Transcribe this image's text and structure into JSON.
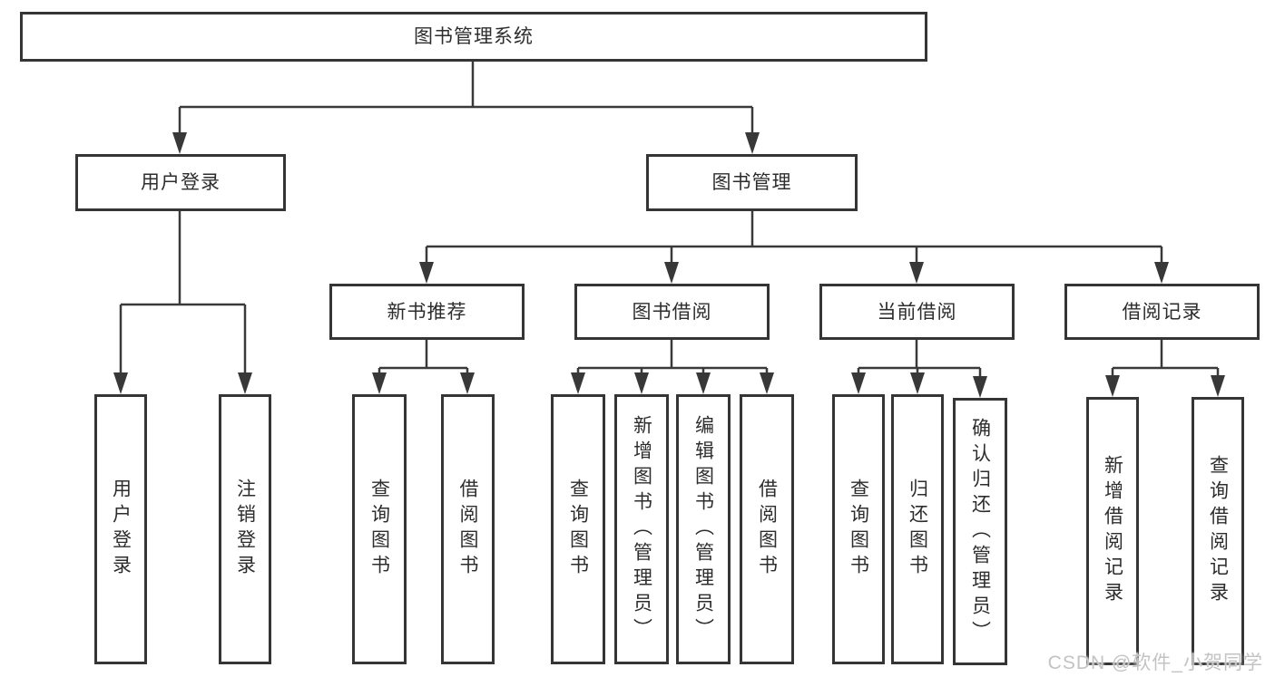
{
  "diagram": {
    "type": "hierarchy-tree",
    "colors": {
      "box_border": "#353535",
      "line": "#3a3a3a",
      "text": "#2d2d2d",
      "background": "#ffffff",
      "watermark_text_color": "#c3c3c3"
    },
    "tree": {
      "label": "图书管理系统",
      "children": [
        {
          "label": "用户登录",
          "children": [
            {
              "label": "用户登录"
            },
            {
              "label": "注销登录"
            }
          ]
        },
        {
          "label": "图书管理",
          "children": [
            {
              "label": "新书推荐",
              "children": [
                {
                  "label": "查询图书"
                },
                {
                  "label": "借阅图书"
                }
              ]
            },
            {
              "label": "图书借阅",
              "children": [
                {
                  "label": "查询图书"
                },
                {
                  "label": "新增图书（管理员）"
                },
                {
                  "label": "编辑图书（管理员）"
                },
                {
                  "label": "借阅图书"
                }
              ]
            },
            {
              "label": "当前借阅",
              "children": [
                {
                  "label": "查询图书"
                },
                {
                  "label": "归还图书"
                },
                {
                  "label": "确认归还（管理员）"
                }
              ]
            },
            {
              "label": "借阅记录",
              "children": [
                {
                  "label": "新增借阅记录"
                },
                {
                  "label": "查询借阅记录"
                }
              ]
            }
          ]
        }
      ]
    },
    "watermark": "CSDN @软件_小贺同学"
  }
}
